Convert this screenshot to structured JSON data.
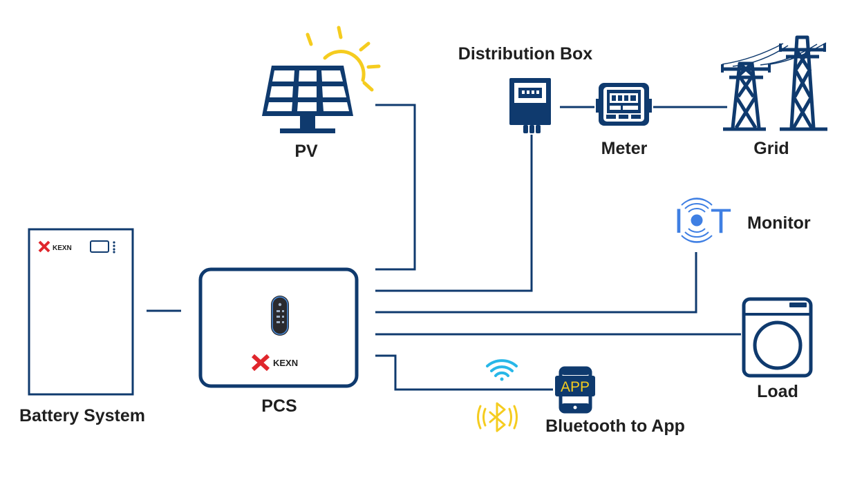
{
  "colors": {
    "navy": "#0f3a6e",
    "sun_yellow": "#f5cc1f",
    "brand_red": "#e0262c",
    "wifi_blue": "#28b7e8",
    "iot_blue": "#3f7fe3"
  },
  "labels": {
    "pv": "PV",
    "distribution_box": "Distribution Box",
    "meter": "Meter",
    "grid": "Grid",
    "monitor": "Monitor",
    "battery_system": "Battery System",
    "pcs": "PCS",
    "load": "Load",
    "bluetooth_to_app": "Bluetooth to App"
  },
  "brand": {
    "name": "KEXN"
  },
  "app_badge": "APP",
  "iot": {
    "i": "I",
    "t": "T"
  },
  "icons": [
    "solar-panel-icon",
    "sun-icon",
    "distribution-box-icon",
    "meter-icon",
    "transmission-tower-icon",
    "iot-icon",
    "battery-cabinet-icon",
    "inverter-icon",
    "washing-machine-icon",
    "wifi-icon",
    "bluetooth-icon",
    "phone-app-icon"
  ]
}
